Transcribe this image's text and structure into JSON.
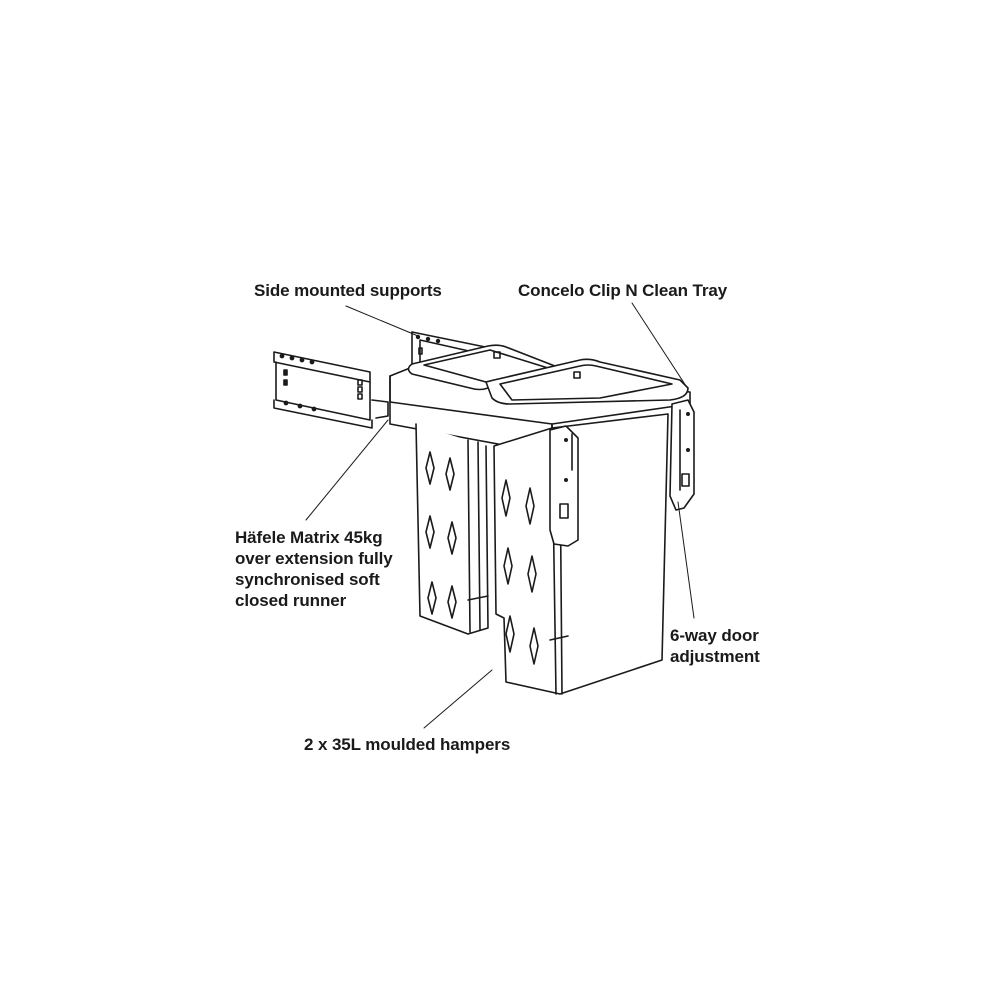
{
  "diagram": {
    "subject": "Pull-out double hamper unit with side mounted runners",
    "background": "#ffffff",
    "line_color": "#1a1a1a",
    "callouts": [
      {
        "id": "side-supports",
        "lines": [
          "Side mounted supports"
        ]
      },
      {
        "id": "clip-tray",
        "lines": [
          "Concelo Clip N Clean Tray"
        ]
      },
      {
        "id": "runner",
        "lines": [
          "Häfele Matrix 45kg",
          "over extension fully",
          "synchronised soft",
          "closed runner"
        ]
      },
      {
        "id": "door-adjust",
        "lines": [
          "6-way door",
          "adjustment"
        ]
      },
      {
        "id": "hampers",
        "lines": [
          "2 x 35L moulded hampers"
        ]
      }
    ]
  }
}
